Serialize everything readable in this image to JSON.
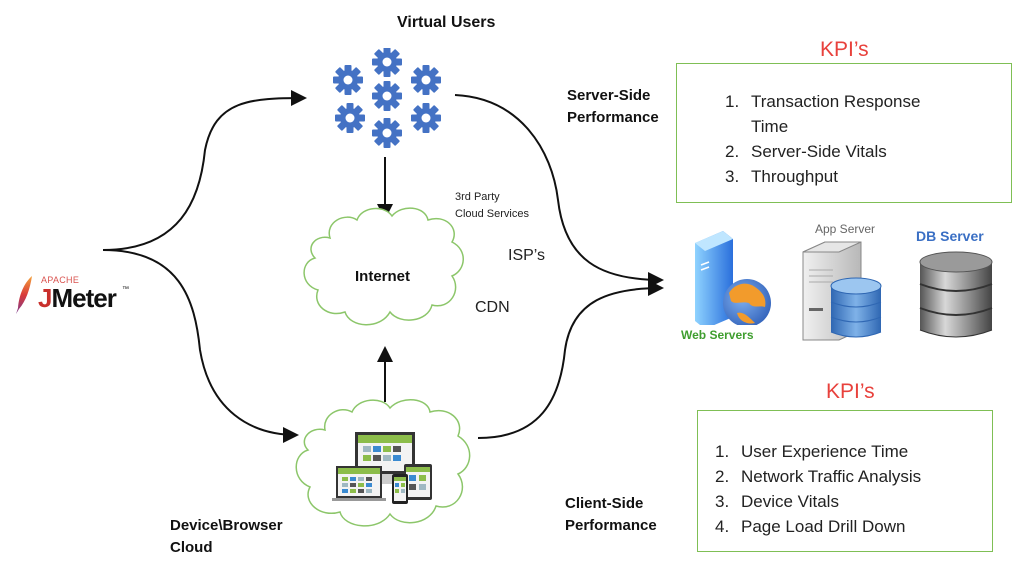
{
  "title": "Virtual Users",
  "logo": {
    "vendor": "APACHE",
    "product": "JMeter",
    "trademark": "™",
    "icon": "feather-icon"
  },
  "nodes": {
    "virtual_users": {
      "label": "Virtual Users",
      "icon": "gears-icon",
      "count": 7
    },
    "internet": {
      "label": "Internet",
      "icon": "cloud-icon"
    },
    "device_cloud": {
      "label_line1": "Device\\Browser",
      "label_line2": "Cloud",
      "icon": "devices-icon"
    },
    "third_party": {
      "line1": "3rd Party",
      "line2": "Cloud Services"
    },
    "isp": "ISP’s",
    "cdn": "CDN"
  },
  "servers": {
    "web": {
      "label": "Web Servers",
      "icon": "web-server-icon"
    },
    "app": {
      "label": "App Server",
      "icon": "app-server-icon"
    },
    "db": {
      "label": "DB Server",
      "icon": "database-icon"
    }
  },
  "server_side": {
    "label_line1": "Server-Side",
    "label_line2": "Performance",
    "kpi_title": "KPI’s",
    "kpis": [
      {
        "num": "1.",
        "text": "Transaction Response",
        "cont": "Time"
      },
      {
        "num": "2.",
        "text": "Server-Side Vitals"
      },
      {
        "num": "3.",
        "text": "Throughput"
      }
    ]
  },
  "client_side": {
    "label_line1": "Client-Side",
    "label_line2": "Performance",
    "kpi_title": "KPI’s",
    "kpis": [
      {
        "num": "1.",
        "text": "User Experience Time"
      },
      {
        "num": "2.",
        "text": "Network Traffic Analysis"
      },
      {
        "num": "3.",
        "text": "Device Vitals"
      },
      {
        "num": "4.",
        "text": "Page Load Drill Down"
      }
    ]
  },
  "colors": {
    "kpi_title": "#e8413c",
    "box_border": "#7fbf55",
    "gear": "#4472c4",
    "cloud_stroke": "#8cc66a",
    "web_label": "#3f9e2f",
    "db_label": "#3a6fc4",
    "app_label": "#666666"
  }
}
